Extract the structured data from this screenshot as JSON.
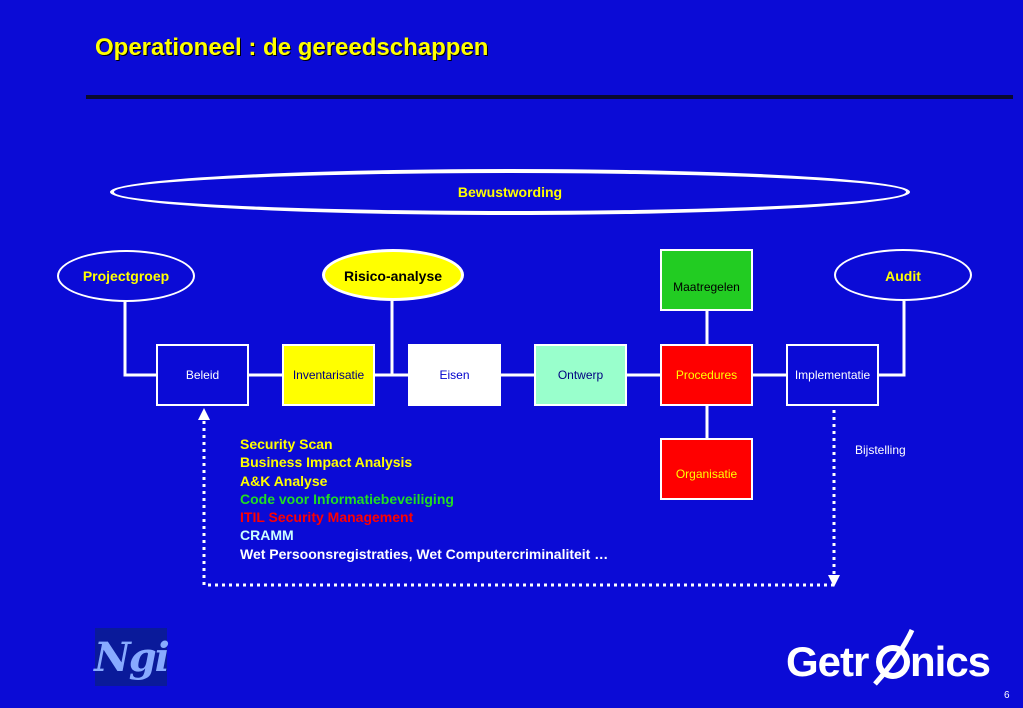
{
  "slide": {
    "title": "Operationeel : de gereedschappen",
    "page_number": "6"
  },
  "diagram": {
    "awareness": "Bewustwording",
    "ovals": {
      "projectgroep": "Projectgroep",
      "risk_analysis": "Risico-analyse",
      "audit": "Audit"
    },
    "process_steps": [
      "Beleid",
      "Inventarisatie",
      "Eisen",
      "Ontwerp",
      "Procedures",
      "Implementatie"
    ],
    "measures": "Maatregelen",
    "organisation": "Organisatie",
    "feedback_label": "Bijstelling"
  },
  "tools": [
    {
      "text": "Security Scan",
      "color": "#ffff00"
    },
    {
      "text": "Business Impact Analysis",
      "color": "#ffff00"
    },
    {
      "text": "A&K Analyse",
      "color": "#ffff00"
    },
    {
      "text": "Code voor Informatiebeveiliging",
      "color": "#22dd22"
    },
    {
      "text": "ITIL Security Management",
      "color": "#ff0000"
    },
    {
      "text": "CRAMM",
      "color": "#ccffff"
    },
    {
      "text": "Wet Persoonsregistraties, Wet Computercriminaliteit …",
      "color": "#ffffff"
    }
  ],
  "logos": {
    "left": "Ngi",
    "right": "Getronics"
  },
  "colors": {
    "background": "#0b0bd6",
    "title": "#ffff00"
  }
}
